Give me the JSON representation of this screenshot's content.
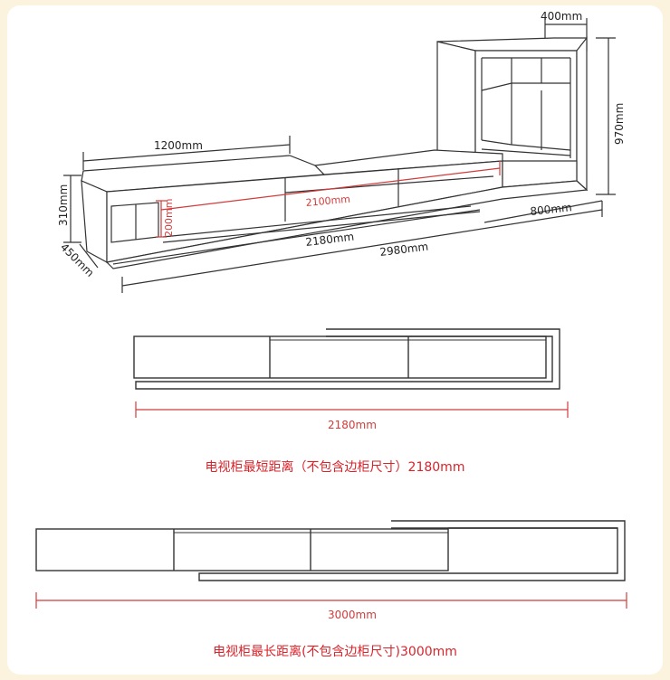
{
  "perspective": {
    "left_cabinet_length": "1200mm",
    "cabinet_height": "310mm",
    "cabinet_depth": "450mm",
    "inner_length": "2100mm",
    "drawer_height": "200mm",
    "collapsed_length": "2180mm",
    "total_length": "2980mm",
    "shelf_length": "800mm",
    "shelf_depth": "400mm",
    "shelf_height": "970mm"
  },
  "short_view": {
    "dimension": "2180mm",
    "caption": "电视柜最短距离（不包含边柜尺寸）2180mm"
  },
  "long_view": {
    "dimension": "3000mm",
    "caption": "电视柜最长距离(不包含边柜尺寸)3000mm"
  },
  "colors": {
    "background": "#fbf3dd",
    "panel": "#ffffff",
    "outline": "#333333",
    "dimension_red": "#d23b3b",
    "caption_red": "#d8232a"
  }
}
